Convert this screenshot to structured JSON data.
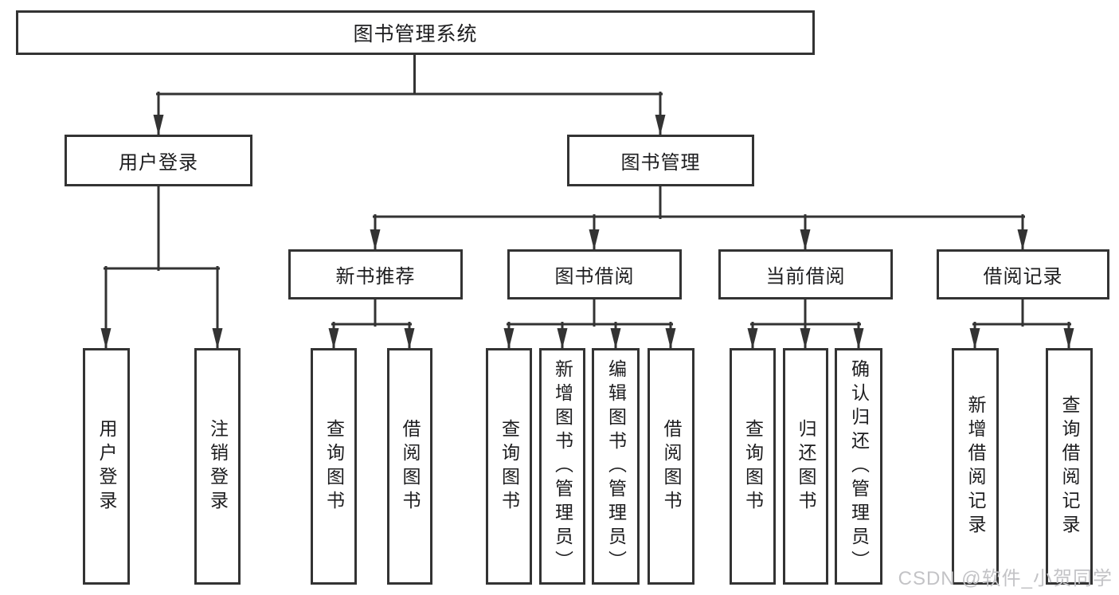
{
  "diagram": {
    "root": {
      "label": "图书管理系统"
    },
    "branches": {
      "user_login": {
        "label": "用户登录",
        "children": [
          {
            "label": "用户登录"
          },
          {
            "label": "注销登录"
          }
        ]
      },
      "book_mgmt": {
        "label": "图书管理",
        "sections": [
          {
            "label": "新书推荐",
            "children": [
              {
                "label": "查询图书"
              },
              {
                "label": "借阅图书"
              }
            ]
          },
          {
            "label": "图书借阅",
            "children": [
              {
                "label": "查询图书"
              },
              {
                "label": "新增图书（管理员）"
              },
              {
                "label": "编辑图书（管理员）"
              },
              {
                "label": "借阅图书"
              }
            ]
          },
          {
            "label": "当前借阅",
            "children": [
              {
                "label": "查询图书"
              },
              {
                "label": "归还图书"
              },
              {
                "label": "确认归还（管理员）"
              }
            ]
          },
          {
            "label": "借阅记录",
            "children": [
              {
                "label": "新增借阅记录"
              },
              {
                "label": "查询借阅记录"
              }
            ]
          }
        ]
      }
    }
  },
  "watermark": {
    "text": "CSDN @软件_小贺同学"
  },
  "colors": {
    "line": "#333333",
    "box_border": "#333333",
    "box_fill": "#ffffff",
    "text": "#1d1d1f",
    "watermark": "#c3c3c6"
  }
}
